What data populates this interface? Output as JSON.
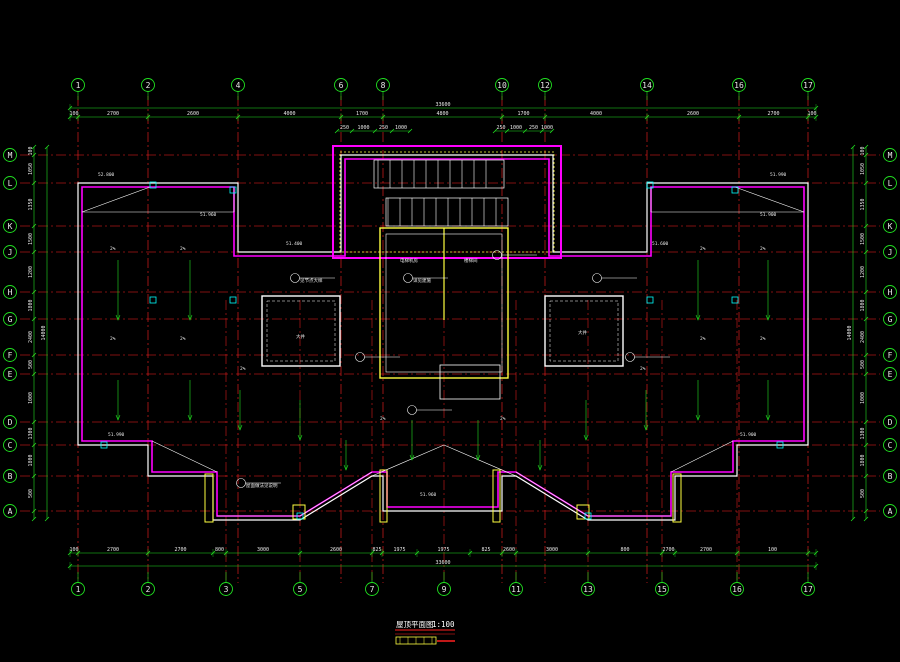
{
  "drawing": {
    "title": "屋顶平面图",
    "scale": "1:100",
    "colors": {
      "background": "#000000",
      "axis_line": "#ff2020",
      "dimension": "#20e020",
      "wall": "#ff00ff",
      "outline": "#ffffff",
      "parapet": "#ffff40",
      "annotation": "#00ffff",
      "bubble": "#20e020"
    }
  },
  "axes": {
    "vertical": [
      "1",
      "2",
      "4",
      "6",
      "8",
      "10",
      "12",
      "14",
      "16",
      "17"
    ],
    "vertical_bottom": [
      "1",
      "2",
      "3",
      "5",
      "7",
      "9",
      "11",
      "13",
      "15",
      "16",
      "17"
    ],
    "horizontal_left": [
      "M",
      "L",
      "K",
      "J",
      "H",
      "G",
      "F",
      "E",
      "D",
      "C",
      "B",
      "A"
    ],
    "horizontal_right": [
      "M",
      "L",
      "K",
      "J",
      "H",
      "G",
      "F",
      "E",
      "D",
      "C",
      "B",
      "A"
    ]
  },
  "dimensions": {
    "top_total": "33600",
    "top_segments": [
      "100",
      "2700",
      "2600",
      "4000",
      "1700",
      "4800",
      "1700",
      "4000",
      "2600",
      "2700",
      "100"
    ],
    "top_inner": [
      "250",
      "1000",
      "250",
      "1000",
      "250"
    ],
    "bottom_total": "33600",
    "bottom_segments": [
      "100",
      "2700",
      "2700",
      "800",
      "3000",
      "2600",
      "825",
      "1975",
      "1975",
      "825",
      "2600",
      "3000",
      "800",
      "2700",
      "2700",
      "100"
    ],
    "left_total": "14000",
    "left_segments": [
      "100",
      "1050",
      "1350",
      "1500",
      "1200",
      "1800",
      "2400",
      "500",
      "1000",
      "1300",
      "1800",
      "500"
    ],
    "right_total": "14000",
    "right_segments": [
      "100",
      "1050",
      "1350",
      "1500",
      "1200",
      "1800",
      "2400",
      "500",
      "1000",
      "1300",
      "1800",
      "500"
    ]
  },
  "labels": {
    "elevations": [
      "52.800",
      "51.960",
      "51.400",
      "51.600",
      "51.900",
      "51.990",
      "51.990",
      "51.900",
      "51.960"
    ],
    "slopes": [
      "2%",
      "2%",
      "2%",
      "2%",
      "2%",
      "2%",
      "2%",
      "2%",
      "2%",
      "2%",
      "2%",
      "2%"
    ],
    "rooms": [
      "电梯机房",
      "楼梯间",
      "大井",
      "大井"
    ],
    "notes": [
      "见节点大样",
      "详见建施",
      "屋面做法见说明"
    ]
  }
}
